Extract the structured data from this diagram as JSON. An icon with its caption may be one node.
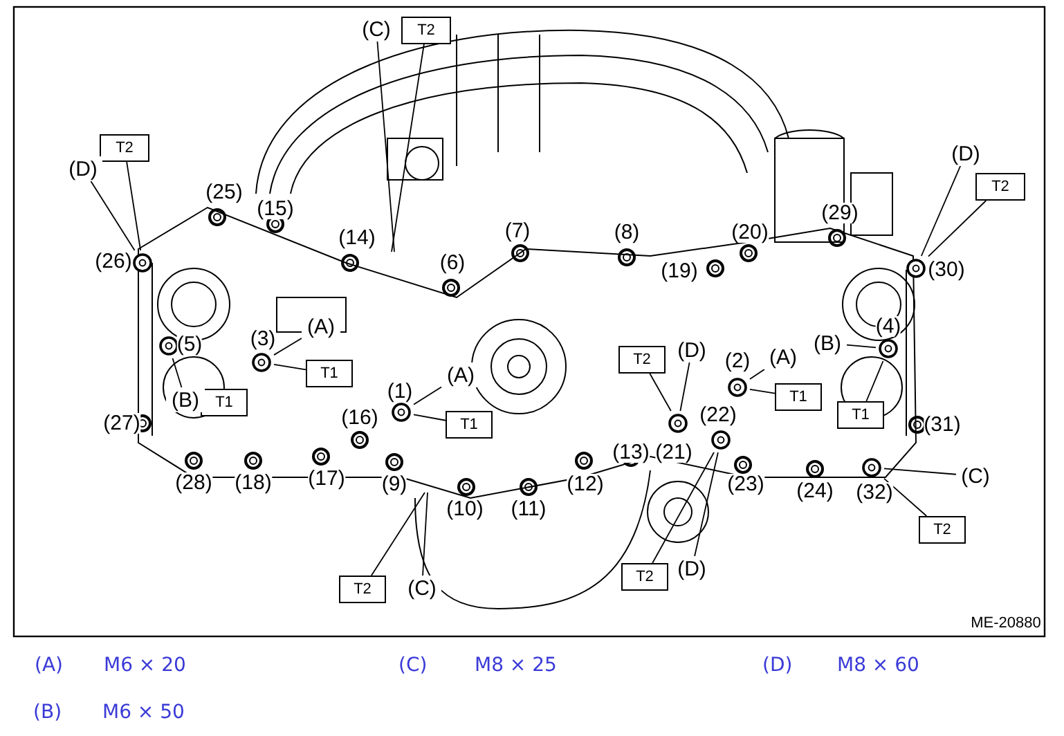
{
  "diagram": {
    "nodes": [
      {
        "text": [
          "T2"
        ]
      },
      {
        "text": [
          "T2"
        ]
      },
      {
        "text": [
          "T2"
        ]
      },
      {
        "text": [
          "T1"
        ]
      },
      {
        "text": [
          "T1"
        ]
      },
      {
        "text": [
          "T1"
        ]
      },
      {
        "text": [
          "T2"
        ]
      },
      {
        "text": [
          "T1"
        ]
      },
      {
        "text": [
          "T1"
        ]
      },
      {
        "text": [
          "T2"
        ]
      },
      {
        "text": [
          "T2"
        ]
      },
      {
        "text": [
          "T2"
        ]
      },
      {
        "text": [
          "(C)"
        ]
      },
      {
        "text": [
          "(D)"
        ]
      },
      {
        "text": [
          "(D)"
        ]
      },
      {
        "text": [
          "(A)"
        ]
      },
      {
        "text": [
          "(B)"
        ]
      },
      {
        "text": [
          "(A)"
        ]
      },
      {
        "text": [
          "(D)"
        ]
      },
      {
        "text": [
          "(A)"
        ]
      },
      {
        "text": [
          "(B)"
        ]
      },
      {
        "text": [
          "(C)"
        ]
      },
      {
        "text": [
          "(D)"
        ]
      },
      {
        "text": [
          "(C)"
        ]
      },
      {
        "text": [],
        "shape": "circle",
        "beside": [
          "(26)"
        ]
      },
      {
        "text": [],
        "shape": "circle",
        "beside": [
          "(30)"
        ]
      },
      {
        "text": [],
        "shape": "circle",
        "beside": [
          "(4)"
        ]
      },
      {
        "text": [],
        "shape": "circle",
        "beside": [
          "(3)"
        ]
      },
      {
        "text": [],
        "shape": "circle",
        "beside": [
          "(5)"
        ]
      },
      {
        "text": [],
        "shape": "circle",
        "beside": [
          "(2)"
        ]
      },
      {
        "text": [],
        "shape": "circle",
        "beside": [
          "(1)"
        ]
      },
      {
        "text": [],
        "shape": "circle",
        "beside": [
          "(22)"
        ]
      },
      {
        "text": [],
        "shape": "circle",
        "beside": [
          "(21)"
        ]
      },
      {
        "text": [],
        "shape": "circle",
        "beside": [
          "(32)"
        ]
      }
    ],
    "edges": [
      {
        "from": 0,
        "to": null,
        "arrow": "none"
      },
      {
        "from": 1,
        "to": 24,
        "arrow": "none"
      },
      {
        "from": 2,
        "to": 25,
        "arrow": "none"
      },
      {
        "from": 3,
        "to": 27,
        "arrow": "none"
      },
      {
        "from": 5,
        "to": 30,
        "arrow": "none"
      },
      {
        "from": 6,
        "to": 32,
        "arrow": "none"
      },
      {
        "from": 7,
        "to": 29,
        "arrow": "none"
      },
      {
        "from": 8,
        "to": 26,
        "arrow": "none"
      },
      {
        "from": 9,
        "to": 33,
        "arrow": "none"
      },
      {
        "from": 10,
        "to": 31,
        "arrow": "none"
      },
      {
        "from": 11,
        "to": null,
        "arrow": "none"
      },
      {
        "from": 12,
        "to": null,
        "arrow": "none"
      },
      {
        "from": 13,
        "to": 24,
        "arrow": "none"
      },
      {
        "from": 14,
        "to": 25,
        "arrow": "none"
      },
      {
        "from": 15,
        "to": 27,
        "arrow": "none"
      },
      {
        "from": 16,
        "to": 28,
        "arrow": "none"
      },
      {
        "from": 17,
        "to": 30,
        "arrow": "none"
      },
      {
        "from": 18,
        "to": 32,
        "arrow": "none"
      },
      {
        "from": 19,
        "to": 29,
        "arrow": "none"
      },
      {
        "from": 20,
        "to": 26,
        "arrow": "none"
      },
      {
        "from": 21,
        "to": 33,
        "arrow": "none"
      },
      {
        "from": 22,
        "to": 31,
        "arrow": "none"
      },
      {
        "from": 23,
        "to": null,
        "arrow": "none"
      }
    ],
    "labels": [
      "(25)",
      "(15)",
      "(29)",
      "(14)",
      "(7)",
      "(8)",
      "(20)",
      "(6)",
      "(19)",
      "(27)",
      "(16)",
      "(31)",
      "(13)",
      "(28)",
      "(18)",
      "(17)",
      "(9)",
      "(12)",
      "(23)",
      "(24)",
      "(10)",
      "(11)",
      "ME-20880",
      "(A)",
      "M6 × 20",
      "(C)",
      "M8 × 25",
      "(D)",
      "M8 × 60",
      "(B)",
      "M6 × 50"
    ]
  }
}
